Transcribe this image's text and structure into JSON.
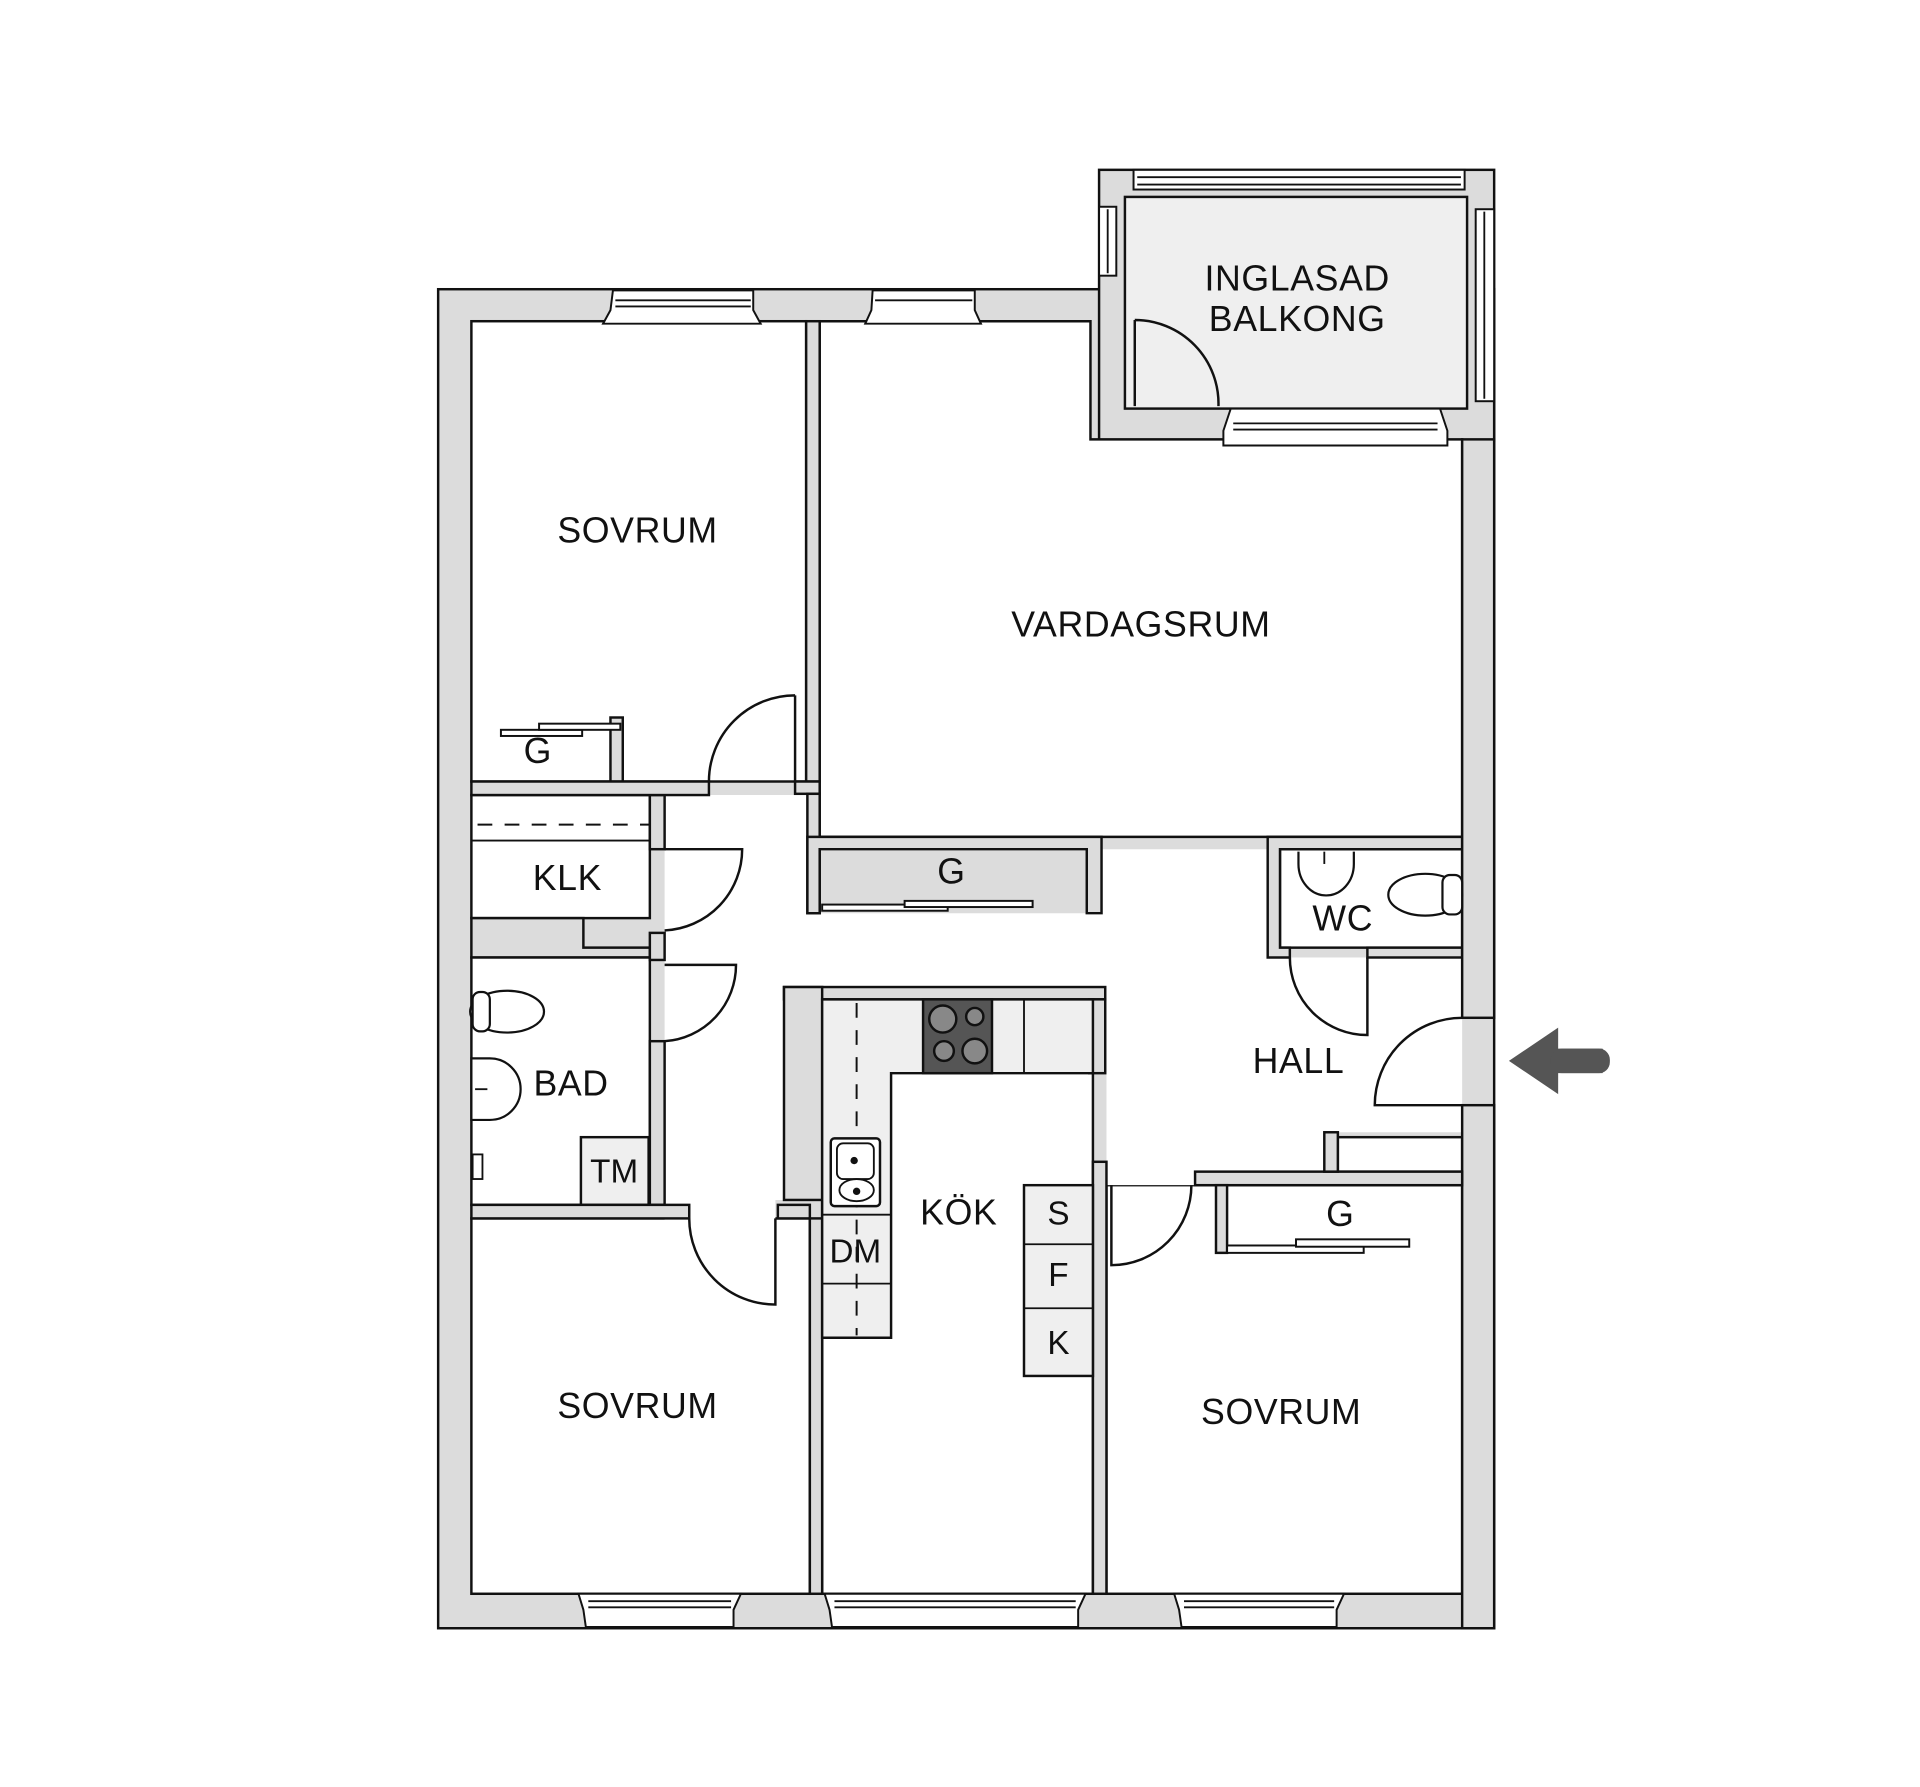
{
  "floorplan": {
    "rooms": {
      "balcony_line1": "INGLASAD",
      "balcony_line2": "BALKONG",
      "bedroom_top": "SOVRUM",
      "living_room": "VARDAGSRUM",
      "closet_bedroom_top": "G",
      "closet_living": "G",
      "walk_in_closet": "KLK",
      "wc": "WC",
      "hall": "HALL",
      "bathroom": "BAD",
      "washing_machine": "TM",
      "kitchen": "KÖK",
      "dishwasher": "DM",
      "stove_cabinet": "S",
      "freezer": "F",
      "fridge": "K",
      "closet_bedroom_right": "G",
      "bedroom_bottom_left": "SOVRUM",
      "bedroom_bottom_right": "SOVRUM"
    },
    "entrance_arrow": {
      "direction": "left",
      "color": "#555555"
    },
    "colors": {
      "wall": "#dcdcdc",
      "balcony": "#efefef",
      "line": "#111111"
    }
  }
}
